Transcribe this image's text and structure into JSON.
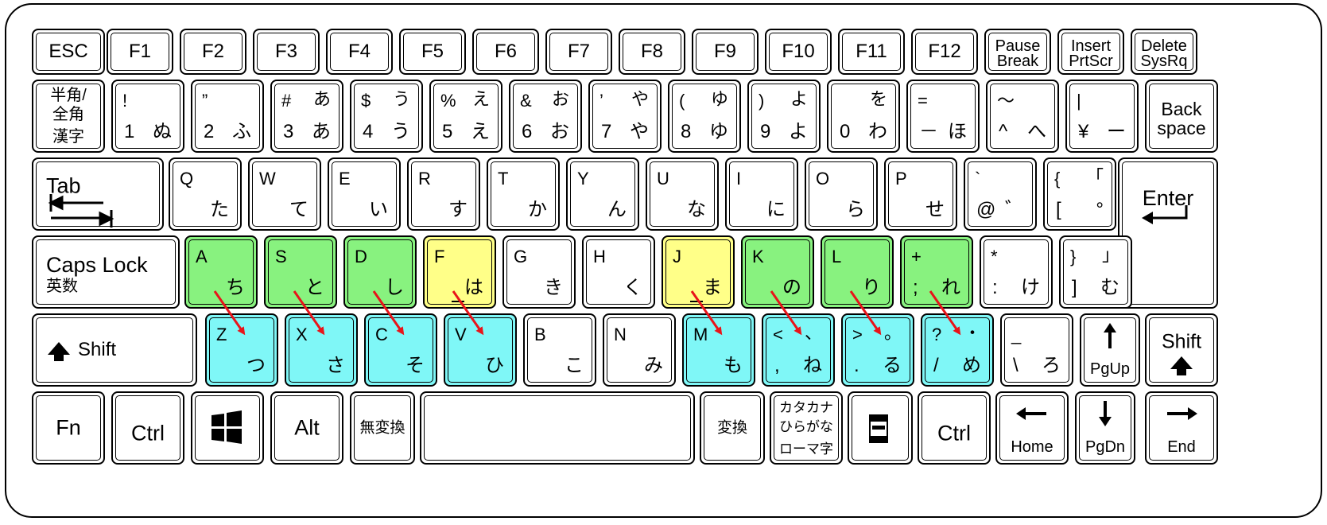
{
  "colors": {
    "home_row": "#88f27f",
    "home_marker": "#ffff88",
    "target": "#7ff7f7",
    "arrow": "#e8141a"
  },
  "rows": [
    [
      {
        "id": "esc",
        "c": "ESC"
      },
      {
        "id": "f1",
        "c": "F1"
      },
      {
        "id": "f2",
        "c": "F2"
      },
      {
        "id": "f3",
        "c": "F3"
      },
      {
        "id": "f4",
        "c": "F4"
      },
      {
        "id": "f5",
        "c": "F5"
      },
      {
        "id": "f6",
        "c": "F6"
      },
      {
        "id": "f7",
        "c": "F7"
      },
      {
        "id": "f8",
        "c": "F8"
      },
      {
        "id": "f9",
        "c": "F9"
      },
      {
        "id": "f10",
        "c": "F10"
      },
      {
        "id": "f11",
        "c": "F11"
      },
      {
        "id": "f12",
        "c": "F12"
      },
      {
        "id": "pause",
        "l1": "Pause",
        "l2": "Break"
      },
      {
        "id": "insert",
        "l1": "Insert",
        "l2": "PrtScr"
      },
      {
        "id": "delete",
        "l1": "Delete",
        "l2": "SysRq"
      }
    ],
    [
      {
        "id": "hankaku",
        "l1": "半角/",
        "l2": "全角",
        "l3": "漢字"
      },
      {
        "id": "k1",
        "tl": "!",
        "bl": "1",
        "br": "ぬ"
      },
      {
        "id": "k2",
        "tl": "”",
        "bl": "2",
        "br": "ふ"
      },
      {
        "id": "k3",
        "tl": "#",
        "tr": "あ",
        "bl": "3",
        "br": "あ"
      },
      {
        "id": "k4",
        "tl": "$",
        "tr": "う",
        "bl": "4",
        "br": "う"
      },
      {
        "id": "k5",
        "tl": "%",
        "tr": "え",
        "bl": "5",
        "br": "え"
      },
      {
        "id": "k6",
        "tl": "&",
        "tr": "お",
        "bl": "6",
        "br": "お"
      },
      {
        "id": "k7",
        "tl": "’",
        "tr": "や",
        "bl": "7",
        "br": "や"
      },
      {
        "id": "k8",
        "tl": "(",
        "tr": "ゆ",
        "bl": "8",
        "br": "ゆ"
      },
      {
        "id": "k9",
        "tl": ")",
        "tr": "よ",
        "bl": "9",
        "br": "よ"
      },
      {
        "id": "k0",
        "tr": "を",
        "bl": "0",
        "br": "わ"
      },
      {
        "id": "minus",
        "tl": "=",
        "bl": "－",
        "br": "ほ"
      },
      {
        "id": "caret",
        "tl": "～",
        "bl": "^",
        "br": "へ"
      },
      {
        "id": "yen",
        "tl": "|",
        "bl": "¥",
        "br": "ー"
      },
      {
        "id": "backspace",
        "l1": "Back",
        "l2": "space"
      }
    ],
    [
      {
        "id": "tab",
        "c": "Tab"
      },
      {
        "id": "q",
        "tl": "Q",
        "br": "た"
      },
      {
        "id": "w",
        "tl": "W",
        "br": "て"
      },
      {
        "id": "e",
        "tl": "E",
        "br": "い"
      },
      {
        "id": "r",
        "tl": "R",
        "br": "す"
      },
      {
        "id": "t",
        "tl": "T",
        "br": "か"
      },
      {
        "id": "y",
        "tl": "Y",
        "br": "ん"
      },
      {
        "id": "u",
        "tl": "U",
        "br": "な"
      },
      {
        "id": "i",
        "tl": "I",
        "br": "に"
      },
      {
        "id": "o",
        "tl": "O",
        "br": "ら"
      },
      {
        "id": "p",
        "tl": "P",
        "br": "せ"
      },
      {
        "id": "at",
        "tl": "`",
        "bl": "@",
        "br": "゛"
      },
      {
        "id": "bracket",
        "tl": "{",
        "tr": "「",
        "bl": "[",
        "br": "°"
      },
      {
        "id": "enter",
        "c": "Enter"
      }
    ],
    [
      {
        "id": "capslock",
        "l1": "Caps Lock",
        "l2": "英数"
      },
      {
        "id": "a",
        "tl": "A",
        "br": "ち"
      },
      {
        "id": "s",
        "tl": "S",
        "br": "と"
      },
      {
        "id": "d",
        "tl": "D",
        "br": "し"
      },
      {
        "id": "f",
        "tl": "F",
        "br": "は"
      },
      {
        "id": "g",
        "tl": "G",
        "br": "き"
      },
      {
        "id": "h",
        "tl": "H",
        "br": "く"
      },
      {
        "id": "j",
        "tl": "J",
        "br": "ま"
      },
      {
        "id": "k",
        "tl": "K",
        "br": "の"
      },
      {
        "id": "l",
        "tl": "L",
        "br": "り"
      },
      {
        "id": "semicolon",
        "tl": "+",
        "bl": ";",
        "br": "れ"
      },
      {
        "id": "colon",
        "tl": "*",
        "bl": ":",
        "br": "け"
      },
      {
        "id": "rbracket",
        "tl": "}",
        "tr": "」",
        "bl": "]",
        "br": "む"
      }
    ],
    [
      {
        "id": "lshift",
        "c": "Shift"
      },
      {
        "id": "z",
        "tl": "Z",
        "br": "つ"
      },
      {
        "id": "x",
        "tl": "X",
        "br": "さ"
      },
      {
        "id": "c",
        "tl": "C",
        "br": "そ"
      },
      {
        "id": "v",
        "tl": "V",
        "br": "ひ"
      },
      {
        "id": "b",
        "tl": "B",
        "br": "こ"
      },
      {
        "id": "n",
        "tl": "N",
        "br": "み"
      },
      {
        "id": "m",
        "tl": "M",
        "br": "も"
      },
      {
        "id": "comma",
        "tl": "<",
        "tr": "、",
        "bl": ",",
        "br": "ね"
      },
      {
        "id": "period",
        "tl": ">",
        "tr": "。",
        "bl": ".",
        "br": "る"
      },
      {
        "id": "slash",
        "tl": "?",
        "tr": "・",
        "bl": "/",
        "br": "め"
      },
      {
        "id": "backslash",
        "tl": "_",
        "bl": "\\",
        "br": "ろ"
      },
      {
        "id": "pgup",
        "l2": "PgUp"
      },
      {
        "id": "rshift",
        "c": "Shift"
      }
    ],
    [
      {
        "id": "fn",
        "c": "Fn"
      },
      {
        "id": "lctrl",
        "c": "Ctrl"
      },
      {
        "id": "win"
      },
      {
        "id": "alt",
        "c": "Alt"
      },
      {
        "id": "muhenkan",
        "c": "無変換"
      },
      {
        "id": "space"
      },
      {
        "id": "henkan",
        "c": "変換"
      },
      {
        "id": "kana",
        "l1": "カタカナ",
        "l2": "ひらがな",
        "l3": "ローマ字"
      },
      {
        "id": "menu"
      },
      {
        "id": "rctrl",
        "c": "Ctrl"
      },
      {
        "id": "home",
        "l2": "Home"
      },
      {
        "id": "pgdn",
        "l2": "PgDn"
      },
      {
        "id": "end",
        "l2": "End"
      }
    ]
  ]
}
